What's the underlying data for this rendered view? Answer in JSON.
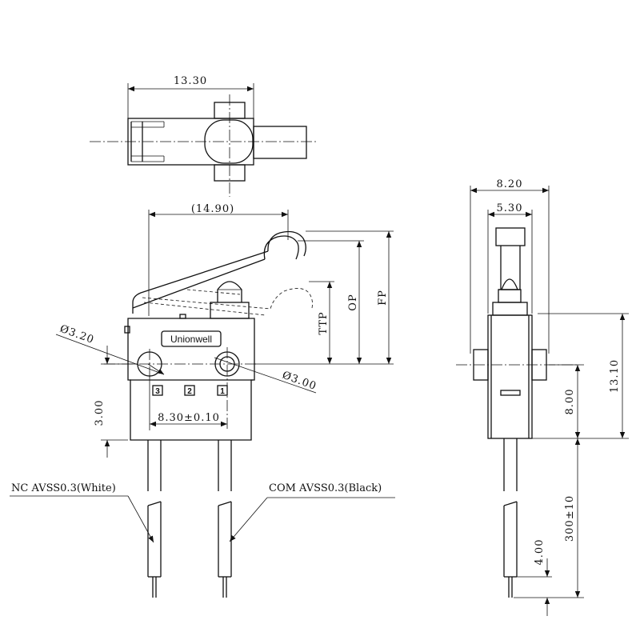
{
  "top_view": {
    "width_dim": "13.30"
  },
  "front_view": {
    "overall_dim": "(14.90)",
    "brand": "Unionwell",
    "hole_left_dim": "Ø3.20",
    "hole_right_dim": "Ø3.00",
    "hole_spacing_dim": "8.30±0.10",
    "hole_height_dim": "3.00",
    "pins": [
      "3",
      "2",
      "1"
    ],
    "positions": [
      "TTP",
      "OP",
      "FP"
    ]
  },
  "side_view": {
    "width_dim": "8.20",
    "plunger_dim": "5.30",
    "height_dim": "13.10",
    "hole_height_dim": "8.00",
    "lead_length_dim": "300±10",
    "strip_dim": "4.00"
  },
  "leads": {
    "nc": "NC AVSS0.3(White)",
    "com": "COM AVSS0.3(Black)"
  }
}
